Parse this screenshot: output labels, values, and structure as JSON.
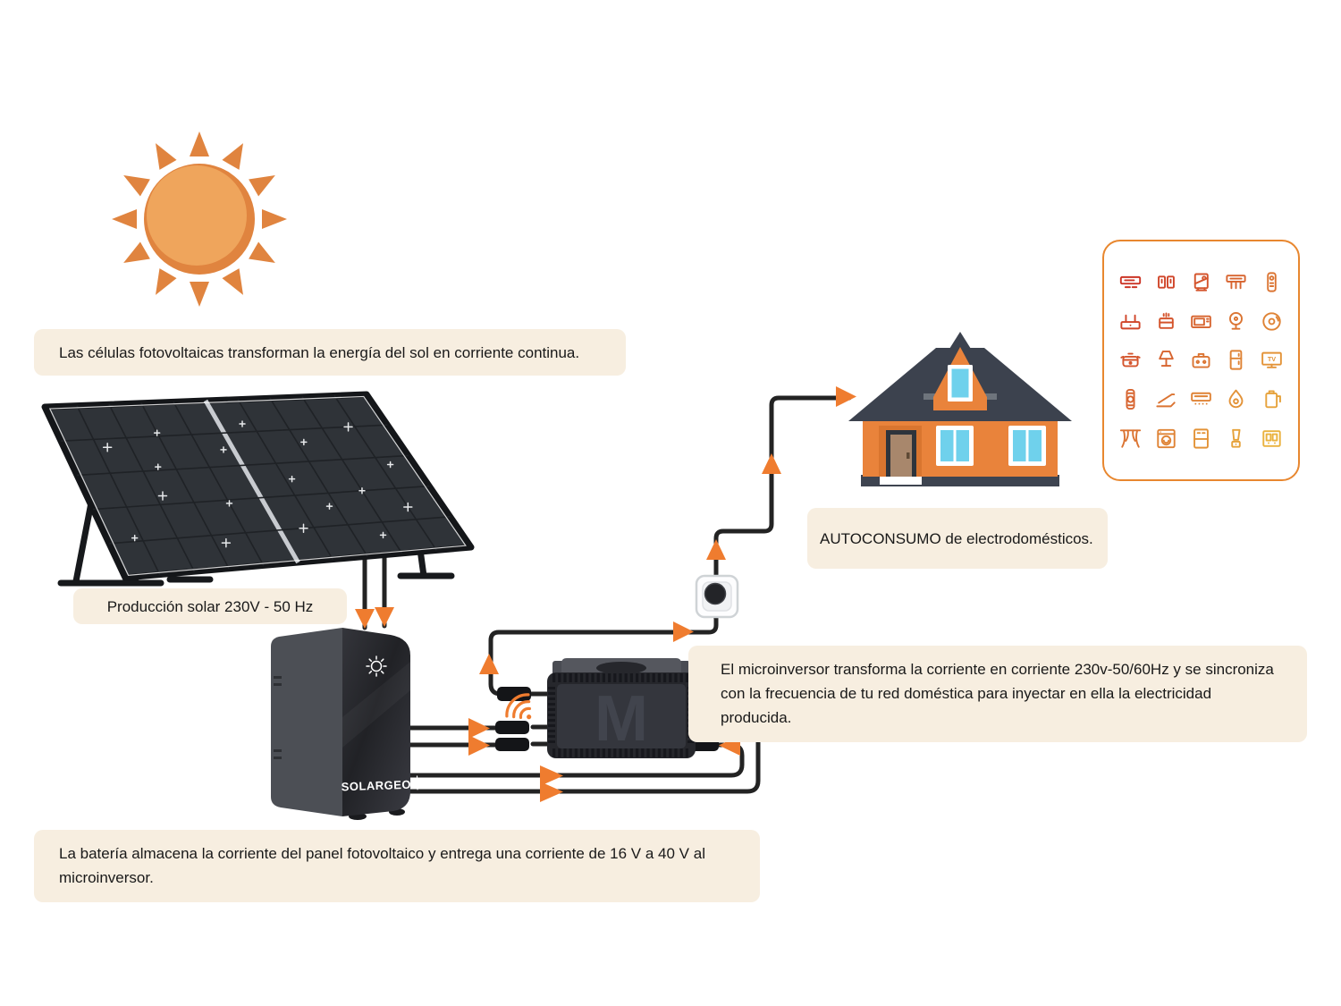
{
  "colors": {
    "accent": "#ef7c2f",
    "box-bg": "#f7eee0",
    "wire": "#232323",
    "panel-border": "#e8872f",
    "house-orange": "#e9833b",
    "roof": "#3c424e",
    "window-blue": "#6fd1ec",
    "sun-outer": "#e0843f",
    "sun-inner": "#efa55c",
    "icon-start": "#cc3526",
    "icon-end": "#eab23e"
  },
  "notes": {
    "pv_cells": "Las células fotovoltaicas transforman la energía del sol en corriente continua.",
    "production": "Producción solar 230V - 50 Hz",
    "autoconsumo": "AUTOCONSUMO de electrodomésticos.",
    "microinverter": "El microinversor transforma la corriente en corriente 230v-50/60Hz y se sincroniza con la frecuencia de tu red doméstica para inyectar en ella la electricidad producida.",
    "battery": "La batería almacena la corriente del panel fotovoltaico y entrega una corriente de 16 V a 40 V al microinversor."
  },
  "battery": {
    "brand": "SOLARGEO"
  },
  "microinverter": {
    "logo": "M"
  },
  "appliances": {
    "tv_label": "TV",
    "items": [
      "air-conditioner",
      "wall-speakers",
      "water-purifier",
      "air-purifier",
      "remote-control",
      "wifi-router",
      "bread-maker",
      "microwave-oven",
      "table-fan",
      "cd-player",
      "rice-cooker",
      "desk-lamp",
      "portable-radio",
      "mini-fridge",
      "television",
      "smartwatch",
      "treadmill",
      "split-air-conditioner",
      "humidifier",
      "electric-kettle",
      "curtains",
      "washing-machine",
      "refrigerator",
      "blender",
      "breaker-panel"
    ]
  }
}
